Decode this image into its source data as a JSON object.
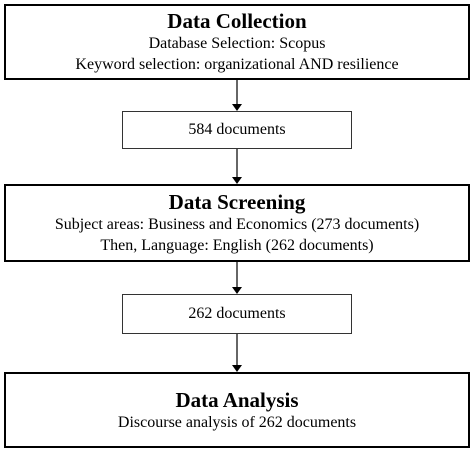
{
  "stages": [
    {
      "title": "Data Collection",
      "lines": [
        "Database Selection: Scopus",
        "Keyword selection: organizational AND resilience"
      ]
    },
    {
      "title": "Data Screening",
      "lines": [
        "Subject areas: Business and Economics (273 documents)",
        "Then, Language: English (262 documents)"
      ]
    },
    {
      "title": "Data Analysis",
      "lines": [
        "Discourse analysis of 262 documents"
      ]
    }
  ],
  "counts": [
    "584 documents",
    "262 documents"
  ]
}
